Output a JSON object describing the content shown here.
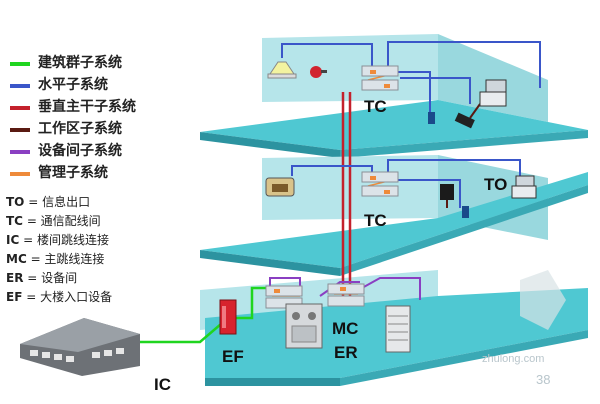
{
  "legend": [
    {
      "label": "建筑群子系统",
      "color": "#1fd51f"
    },
    {
      "label": "水平子系统",
      "color": "#3a56c9"
    },
    {
      "label": "垂直主干子系统",
      "color": "#c4212c"
    },
    {
      "label": "工作区子系统",
      "color": "#5a1a12"
    },
    {
      "label": "设备间子系统",
      "color": "#8a3fc2"
    },
    {
      "label": "管理子系统",
      "color": "#ee8a3a"
    }
  ],
  "abbreviations": [
    {
      "key": "TO",
      "text": " = 信息出口"
    },
    {
      "key": "TC",
      "text": " = 通信配线间"
    },
    {
      "key": "IC",
      "text": " = 楼间跳线连接"
    },
    {
      "key": "MC",
      "text": " = 主跳线连接"
    },
    {
      "key": "ER",
      "text": " = 设备间"
    },
    {
      "key": "EF",
      "text": " = 大楼入口设备"
    }
  ],
  "diagram": {
    "tc_top": "TC",
    "tc_mid": "TC",
    "to": "TO",
    "mc": "MC",
    "er": "ER",
    "ef": "EF",
    "ic": "IC"
  },
  "watermark": {
    "site": "zhulong.com",
    "badge": "38"
  },
  "colors": {
    "floor_top": "#4fc8d2",
    "floor_side": "#2c93a0",
    "wall": "#a9e0e6",
    "background": "#ffffff"
  }
}
